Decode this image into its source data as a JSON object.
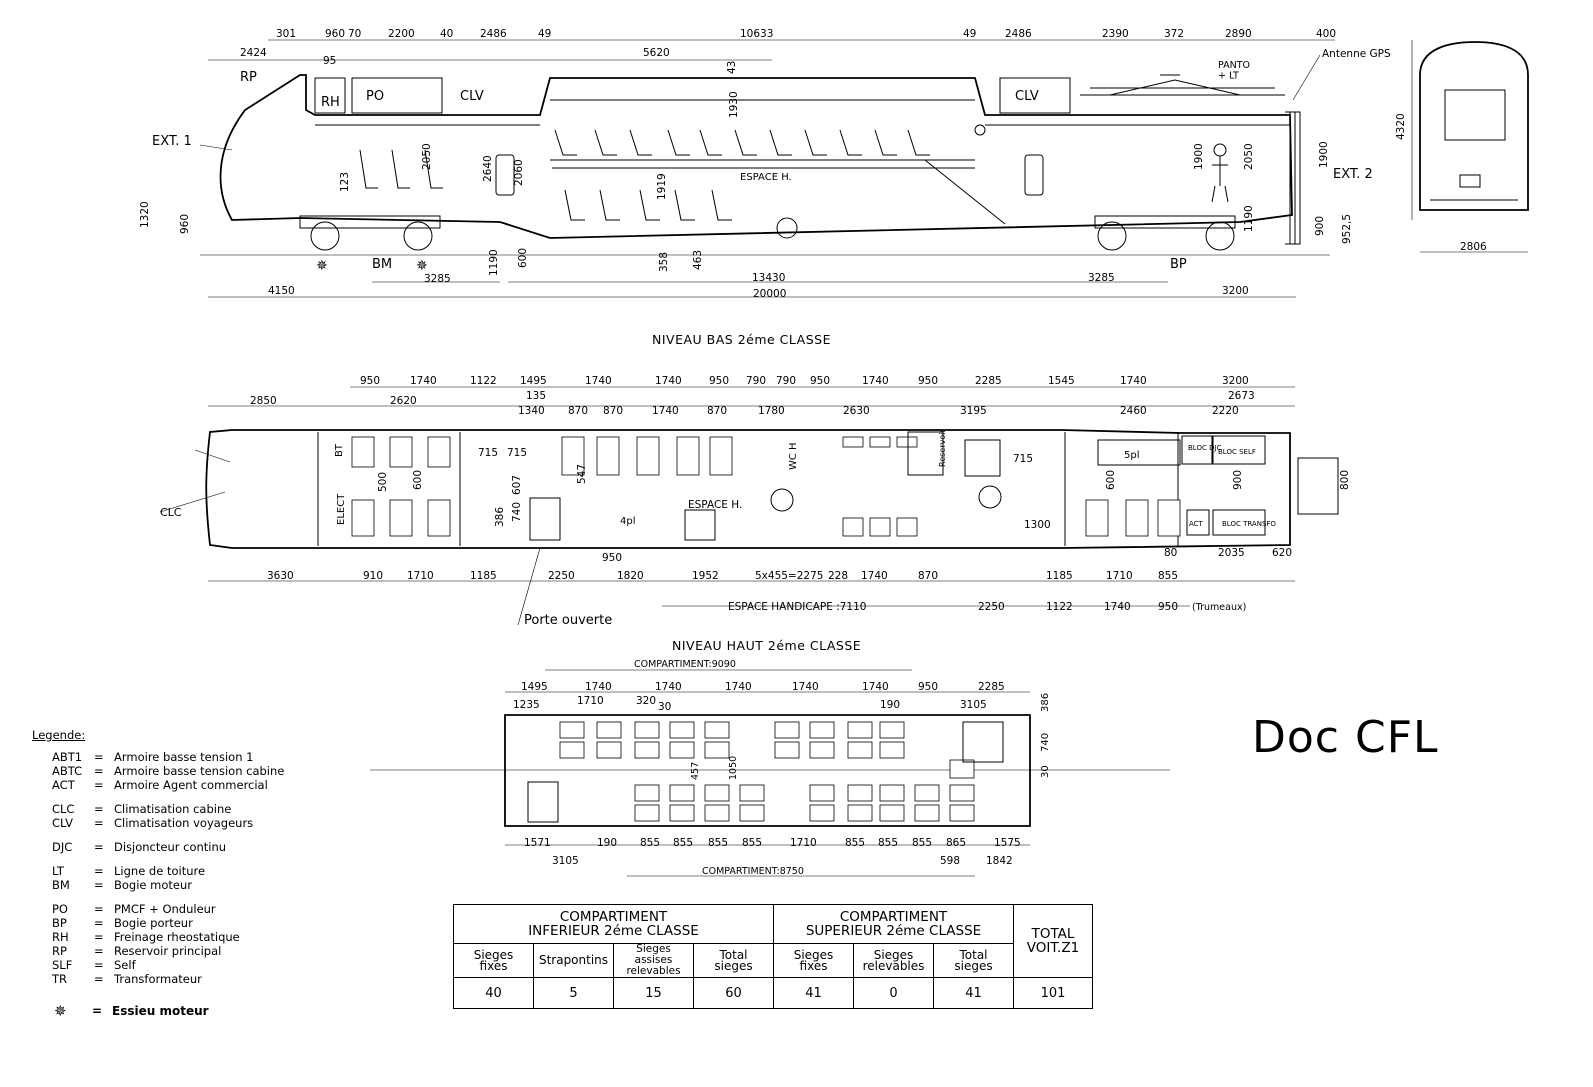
{
  "stamp": "Doc CFL",
  "section_titles": {
    "lower": "NIVEAU BAS 2éme CLASSE",
    "upper": "NIVEAU HAUT 2éme CLASSE"
  },
  "elevation": {
    "top_dims": [
      "301",
      "960",
      "70",
      "2200",
      "40",
      "2486",
      "49",
      "10633",
      "49",
      "2486",
      "2390",
      "372",
      "2890",
      "400"
    ],
    "second_row_dims": [
      "2424",
      "95",
      "5620"
    ],
    "bottom_dims": [
      "4150",
      "3285",
      "1190",
      "600",
      "358",
      "463",
      "13430",
      "3285",
      "3200",
      "20000"
    ],
    "vertical_dims": [
      "1320",
      "960",
      "123",
      "2050",
      "2640",
      "2060",
      "1919",
      "1930",
      "43",
      "1900",
      "2050",
      "1190",
      "1900",
      "900",
      "952,5"
    ],
    "labels": [
      "RP",
      "RH",
      "PO",
      "CLV",
      "CLV",
      "PANTO\n+ LT",
      "Antenne GPS",
      "EXT. 1",
      "EXT. 2",
      "ESPACE H.",
      "BM",
      "BP"
    ],
    "end_view": {
      "height": "4320",
      "width": "2806"
    }
  },
  "lower_plan": {
    "top_dims_row1": [
      "950",
      "1740",
      "1122",
      "1495",
      "1740",
      "1740",
      "950",
      "790",
      "790",
      "950",
      "1740",
      "950",
      "2285",
      "1545",
      "1740",
      "3200"
    ],
    "top_dims_row2": [
      "2850",
      "2620",
      "135",
      "1340",
      "870",
      "870",
      "1740",
      "870",
      "1780",
      "2630",
      "3195",
      "2460",
      "2220",
      "2673"
    ],
    "inner_dims": [
      "715",
      "715",
      "607",
      "740",
      "386",
      "500",
      "600",
      "547",
      "715",
      "1300",
      "600",
      "900",
      "800",
      "950"
    ],
    "bottom_dims_row1": [
      "3630",
      "910",
      "1710",
      "1185",
      "2250",
      "1820",
      "1952",
      "5x455=2275",
      "228",
      "1740",
      "870",
      "1185",
      "1710",
      "855",
      "80",
      "2035",
      "620"
    ],
    "bottom_dims_row2": [
      "ESPACE HANDICAPE :7110",
      "2250",
      "1122",
      "1740",
      "950",
      "(Trumeaux)"
    ],
    "labels": [
      "BT",
      "ELECT",
      "CLC",
      "4pl",
      "ESPACE H.",
      "WC H",
      "Reservoir",
      "5pl",
      "BLOC DJC",
      "BLOC SELF",
      "ACT",
      "BLOC TRANSFO",
      "Porte ouverte"
    ]
  },
  "upper_plan": {
    "top_label": "COMPARTIMENT:9090",
    "top_dims_row1": [
      "1495",
      "1740",
      "1740",
      "1740",
      "1740",
      "1740",
      "950",
      "2285"
    ],
    "top_dims_row2": [
      "1235",
      "1710",
      "320",
      "30",
      "190",
      "3105"
    ],
    "side_dims": [
      "386",
      "740",
      "30",
      "457",
      "1050"
    ],
    "bottom_dims_row1": [
      "1571",
      "190",
      "855",
      "855",
      "855",
      "855",
      "1710",
      "855",
      "855",
      "855",
      "865",
      "1575"
    ],
    "bottom_dims_row2": [
      "3105",
      "598",
      "1842"
    ],
    "bottom_label": "COMPARTIMENT:8750"
  },
  "legend": {
    "title": "Legende:",
    "groups": [
      [
        {
          "code": "ABT1",
          "text": "Armoire basse tension 1"
        },
        {
          "code": "ABTC",
          "text": "Armoire basse tension cabine"
        },
        {
          "code": "ACT",
          "text": "Armoire Agent commercial"
        }
      ],
      [
        {
          "code": "CLC",
          "text": "Climatisation cabine"
        },
        {
          "code": "CLV",
          "text": "Climatisation voyageurs"
        }
      ],
      [
        {
          "code": "DJC",
          "text": "Disjoncteur continu"
        }
      ],
      [
        {
          "code": "LT",
          "text": "Ligne de toiture"
        },
        {
          "code": "BM",
          "text": "Bogie moteur"
        }
      ],
      [
        {
          "code": "PO",
          "text": "PMCF + Onduleur"
        },
        {
          "code": "BP",
          "text": "Bogie porteur"
        },
        {
          "code": "RH",
          "text": "Freinage rheostatique"
        },
        {
          "code": "RP",
          "text": "Reservoir principal"
        },
        {
          "code": "SLF",
          "text": "Self"
        },
        {
          "code": "TR",
          "text": "Transformateur"
        }
      ]
    ],
    "eq": "=",
    "essieu_text": "Essieu moteur"
  },
  "seat_table": {
    "groups": [
      {
        "title": "COMPARTIMENT\nINFERIEUR 2éme CLASSE",
        "cols": [
          {
            "head": "Sieges\nfixes",
            "value": "40"
          },
          {
            "head": "Strapontins",
            "value": "5"
          },
          {
            "head": "Sieges\nassises\nrelevables",
            "value": "15"
          },
          {
            "head": "Total\nsieges",
            "value": "60"
          }
        ]
      },
      {
        "title": "COMPARTIMENT\nSUPERIEUR 2éme CLASSE",
        "cols": [
          {
            "head": "Sieges\nfixes",
            "value": "41"
          },
          {
            "head": "Sieges\nrelevables",
            "value": "0"
          },
          {
            "head": "Total\nsieges",
            "value": "41"
          }
        ]
      }
    ],
    "total": {
      "title": "TOTAL\nVOIT.Z1",
      "value": "101"
    }
  }
}
